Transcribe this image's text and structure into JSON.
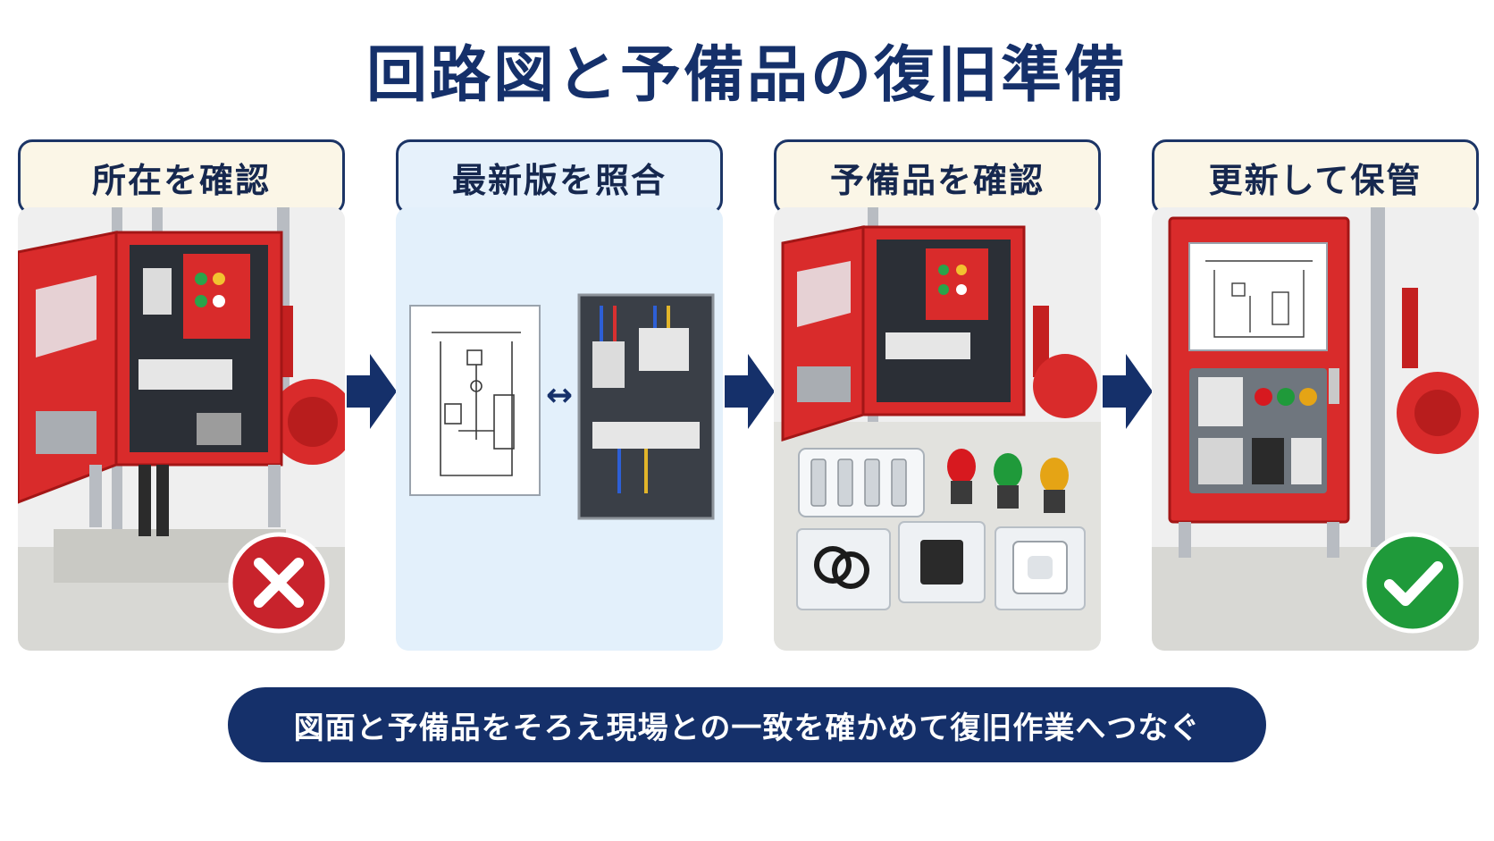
{
  "title": "回路図と予備品の復旧準備",
  "steps": [
    {
      "label": "所在を確認",
      "status_icon": "cross-icon"
    },
    {
      "label": "最新版を照合",
      "compare_symbol": "↔"
    },
    {
      "label": "予備品を確認"
    },
    {
      "label": "更新して保管",
      "status_icon": "check-icon"
    }
  ],
  "banner": "図面と予備品をそろえ現場との一致を確かめて復旧作業へつなぐ",
  "colors": {
    "navy": "#15306a",
    "cabinet_red": "#d92b2b",
    "cross_red": "#c8232c",
    "check_green": "#1f9a3a"
  }
}
